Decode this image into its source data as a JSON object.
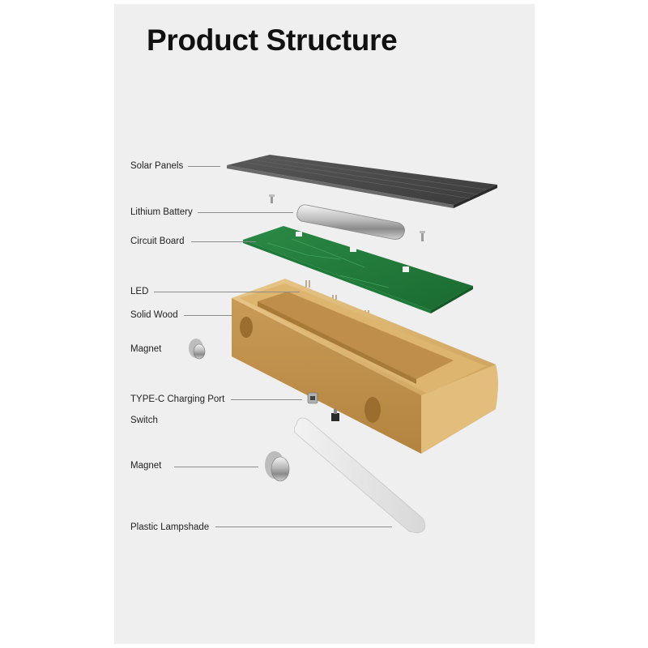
{
  "title": "Product Structure",
  "components": [
    {
      "label": "Solar Panels",
      "icon": "solar-panel"
    },
    {
      "label": "Lithium Battery",
      "icon": "battery"
    },
    {
      "label": "Circuit Board",
      "icon": "circuit-board"
    },
    {
      "label": "LED",
      "icon": "led"
    },
    {
      "label": "Solid Wood",
      "icon": "wood-housing"
    },
    {
      "label": "Magnet",
      "icon": "magnet"
    },
    {
      "label": "TYPE-C Charging Port",
      "icon": "usb-c-port"
    },
    {
      "label": "Switch",
      "icon": "switch"
    },
    {
      "label": "Magnet",
      "icon": "magnet"
    },
    {
      "label": "Plastic Lampshade",
      "icon": "lampshade"
    }
  ],
  "colors": {
    "background": "#efefef",
    "wood": "#d9b26e",
    "circuit_board": "#1f7a3a",
    "solar_panel": "#4a4a4a",
    "metal": "#c8c8c8",
    "lampshade": "#e4e4e4"
  }
}
